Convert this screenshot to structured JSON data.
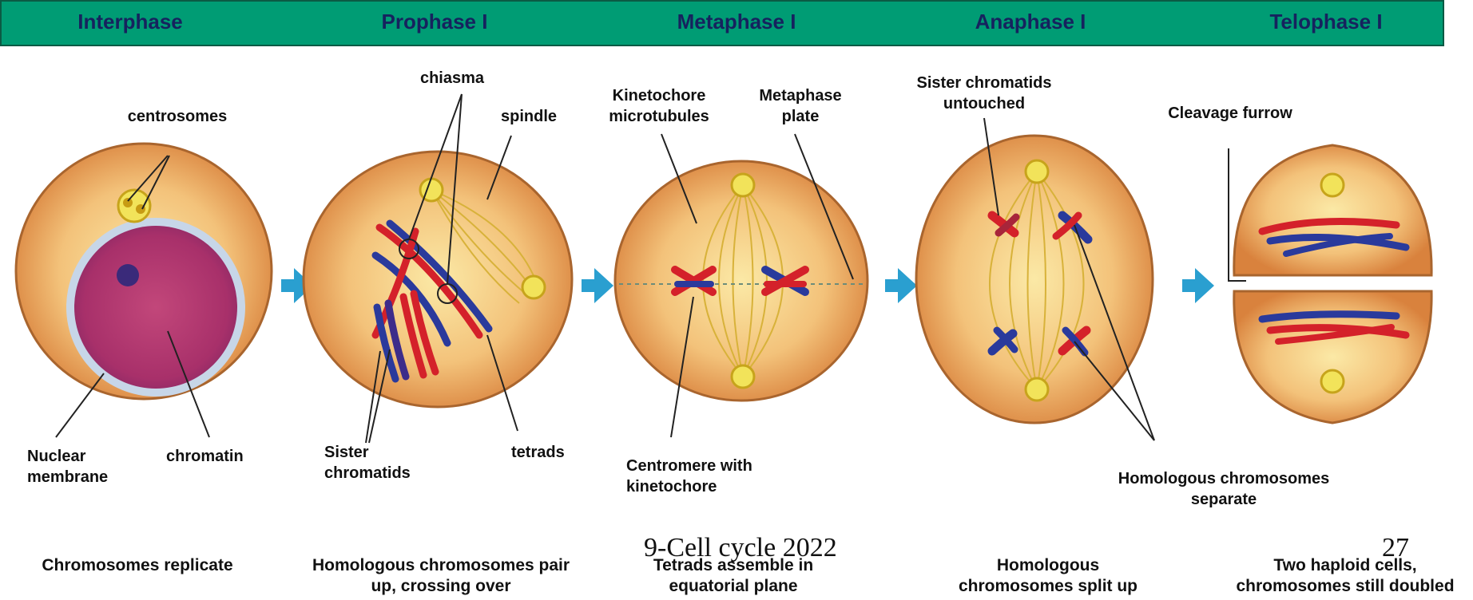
{
  "header": {
    "phases": [
      "Interphase",
      "Prophase I",
      "Metaphase  I",
      "Anaphase I",
      "Telophase I"
    ]
  },
  "labels": {
    "centrosomes": "centrosomes",
    "nuclear_membrane_1": "Nuclear",
    "nuclear_membrane_2": "membrane",
    "chromatin": "chromatin",
    "chiasma": "chiasma",
    "spindle": "spindle",
    "sister_chromatids_1": "Sister",
    "sister_chromatids_2": "chromatids",
    "tetrads": "tetrads",
    "kinetochore_1": "Kinetochore",
    "kinetochore_2": "microtubules",
    "metaphase_plate_1": "Metaphase",
    "metaphase_plate_2": "plate",
    "centromere_1": "Centromere with",
    "centromere_2": "kinetochore",
    "sister_untouched_1": "Sister chromatids",
    "sister_untouched_2": "untouched",
    "cleavage_furrow": "Cleavage furrow",
    "homologous_sep_1": "Homologous chromosomes",
    "homologous_sep_2": "separate"
  },
  "captions": {
    "interphase_1": "Chromosomes replicate",
    "prophase_1": "Homologous chromosomes pair",
    "prophase_2": "up, crossing over",
    "metaphase_1": "Tetrads assemble in",
    "metaphase_2": "equatorial plane",
    "anaphase_1": "Homologous",
    "anaphase_2": "chromosomes split up",
    "telophase_1": "Two haploid cells,",
    "telophase_2": "chromosomes still doubled"
  },
  "footer": {
    "title": "9-Cell cycle 2022",
    "page_number": "27"
  },
  "colors": {
    "header_bg": "#009c74",
    "header_text": "#16225e",
    "arrow": "#2a9fd0",
    "chromosome_red": "#d4212a",
    "chromosome_blue": "#2a3a9c",
    "cell_fill": "#e9a65e"
  }
}
